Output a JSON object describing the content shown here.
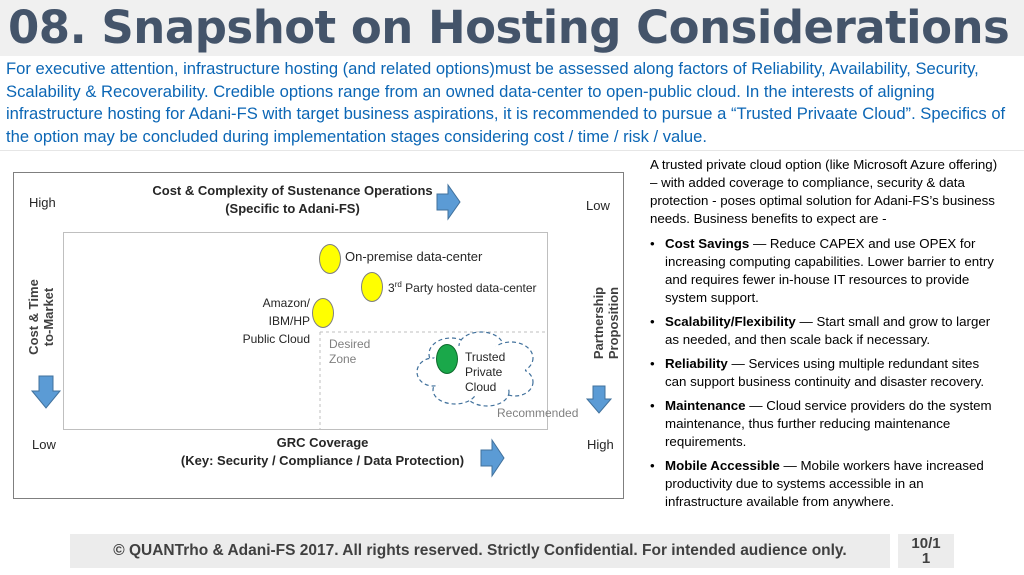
{
  "title": "08. Snapshot on Hosting Considerations",
  "intro": "For executive attention, infrastructure hosting (and related options)must be assessed along factors of Reliability, Availability, Security, Scalability & Recoverability. Credible options range from an owned data-center to open-public cloud. In the interests of aligning infrastructure hosting for Adani-FS with target business aspirations, it is recommended to pursue a “Trusted Privaate Cloud”. Specifics of the option may be concluded during implementation stages considering cost / time / risk / value.",
  "diagram": {
    "top_axis": {
      "line1": "Cost & Complexity of Sustenance Operations",
      "line2": "(Specific to Adani-FS)"
    },
    "top_left": "High",
    "top_right": "Low",
    "bottom_axis": {
      "line1": "GRC Coverage",
      "line2": "(Key: Security / Compliance / Data Protection)"
    },
    "bottom_left": "Low",
    "bottom_right": "High",
    "left_axis": {
      "line1": "Cost & Time",
      "line2": "to-Market"
    },
    "right_axis": {
      "line1": "Partnership",
      "line2": "Proposition"
    },
    "options": [
      {
        "label": "On-premise data-center"
      },
      {
        "label_pre": "3",
        "label_sup": "rd",
        "label_post": " Party hosted data-center"
      },
      {
        "line1": "Amazon/",
        "line2": "IBM/HP",
        "line3": "Public Cloud"
      },
      {
        "line1": "Trusted",
        "line2": "Private",
        "line3": "Cloud"
      }
    ],
    "desired_zone": {
      "line1": "Desired",
      "line2": "Zone"
    },
    "recommended": "Recommended",
    "colors": {
      "yellow": "#ffff00",
      "green": "#1aa84a",
      "arrow": "#5b9bd5"
    }
  },
  "right": {
    "intro": "A trusted private cloud option (like Microsoft Azure offering) – with added coverage to compliance, security & data protection - poses optimal solution for Adani-FS’s business needs. Business benefits to expect are -",
    "bullet_glyph": "•",
    "bullets": [
      {
        "term": "Cost Savings",
        "text": " — Reduce CAPEX and use OPEX for increasing computing capabilities. Lower barrier to entry and requires fewer in-house IT resources to provide system support."
      },
      {
        "term": "Scalability/Flexibility",
        "text": " — Start small and grow to larger as needed, and then scale back if necessary."
      },
      {
        "term": "Reliability",
        "text": " — Services using multiple redundant sites can support business continuity and disaster recovery."
      },
      {
        "term": "Maintenance",
        "text": " — Cloud service providers do the system maintenance, thus further reducing maintenance requirements."
      },
      {
        "term": "Mobile Accessible",
        "text": " — Mobile workers have increased productivity due to systems accessible in an infrastructure available from anywhere."
      }
    ]
  },
  "footer": "© QUANTrho & Adani-FS 2017. All rights reserved. Strictly Confidential. For intended audience only.",
  "page": {
    "line1": "10/1",
    "line2": "1"
  }
}
